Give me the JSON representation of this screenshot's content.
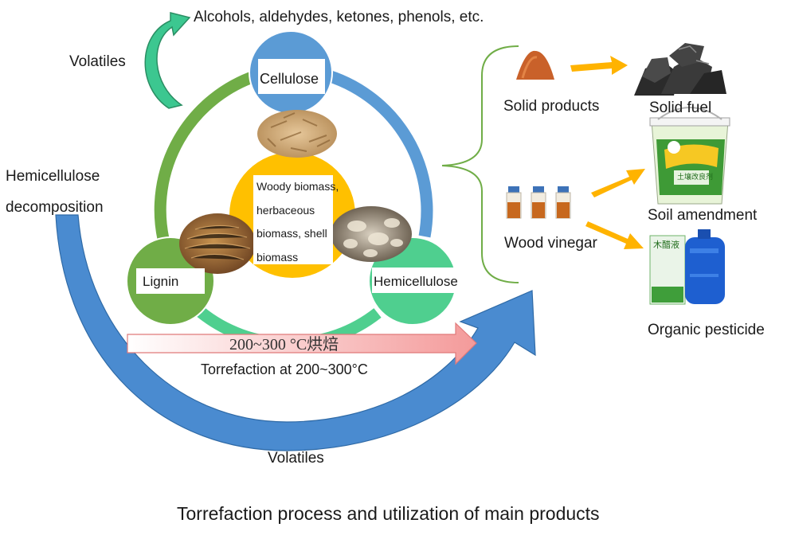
{
  "top_label": "Alcohols, aldehydes, ketones, phenols, etc.",
  "volatiles_top": "Volatiles",
  "hemi_decomp_line1": "Hemicellulose",
  "hemi_decomp_line2": "decomposition",
  "volatiles_bottom": "Volatiles",
  "cellulose": "Cellulose",
  "lignin": "Lignin",
  "hemicellulose": "Hemicellulose",
  "center_lines": [
    "Woody biomass,",
    "herbaceous",
    "biomass, shell",
    "biomass"
  ],
  "arrow_cn": "200~300 °C烘焙",
  "arrow_en": "Torrefaction at 200~300°C",
  "solid_products": "Solid products",
  "wood_vinegar": "Wood vinegar",
  "solid_fuel": "Solid fuel",
  "soil_amendment": "Soil amendment",
  "organic_pesticide": "Organic pesticide",
  "bucket_label": "土壤改良剂",
  "jug_label": "木醋液",
  "caption": "Torrefaction process and utilization of main products",
  "colors": {
    "blue": "#5b9bd5",
    "green": "#70ad47",
    "teal": "#4fcf8f",
    "gold": "#ffc000",
    "arrow_yellow": "#ffb300",
    "torrefaction_arrow_fill": "#f4a5a5"
  }
}
